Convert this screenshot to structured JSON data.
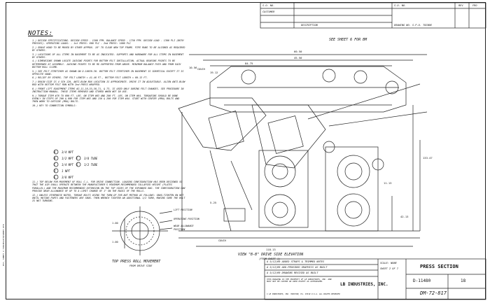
{
  "header_block": {
    "row_labels": [
      "S.O. NO.",
      "CUSTOMER",
      "DESCRIPTION"
    ],
    "drawing_no_label": "DRAWING NO. S.P.O. TOCNDE",
    "rev_labels": [
      "S.O. NO.",
      "REV",
      "FRO"
    ]
  },
  "notes": {
    "title": "NOTES:",
    "items": [
      "1.) DESIGN SPECIFICATIONS. DESIGN SPEED - 1500 FPM. BALANCE SPEED - 1750 FPM. DESIGN LOAD - 1300 PLI (BOTH PRESSES). OPERATING LOADS: - 1st PRESS: 600 PLI - 2nd PRESS: 1000 PLI",
      "2.) GRAVE HOOD TO BE MOVED BY OTHER APPROX. 18\" TO CLEAR NEW TOP FRAME. PIPE RUNS TO BE ALIGNED AS REQUIRED BY OTHERS.",
      "3.) LOCATIONS OF ALL ITEMS IN BASEMENT TO BE AS INDICATED. SUPPORTS AND HARDWARE FOR ALL ITEMS IN BASEMENT BY OTHERS.",
      "4.) DIMENSIONS SHOWN LOCATE JACKING POINTS FOR BOTTOM FELT INSTALLATION. ACTUAL BEARING POINTS TO BE DETERMINED AT ASSEMBLY. JACKING POINTS TO BE RE-SUPPORTED FROM ABOVE. MINIMUM BALANCE PATH AND FROM EACH BOTTOM ROLL CLIMB.",
      "5.) SEE FELT STRETCHER AS SHOWN ON D-10639-36. BOTTOM FELT STRETCHER IN BASEMENT IS IDENTICAL EXCEPT IT IS OPPOSITE HAND.",
      "6.) RELIEF BY OTHERS. TOP FELT LENGTH = 41.48 FT., BOTTOM FELT LENGTH = 60.13 FT.",
      "7.) DRAIN SIZE IS 4 SCH 120, ANTI-BLOW BOX LOCATION IS APPROXIMATE. DRIVE IT IN ADJUSTABLE. ALIGN ANTI-BLOW BOX WITH BOTTOM FELT RUN WITH 2nd PRESS WRAPPED.",
      "8.) FRONT LIFT EQUIPMENT ITEMS #2,11,16,55,56,71, & 73, IS USED ONLY DURING FELT CHANGES. SEE PROCEDURE IN INSTRUCTION MANUAL. THESE ITEMS REMOVED AND STORED WHEN NOT IN USE.",
      "9.) TORQUE ITEM #78 TO 800 FT. LBS. ON ITEM #63 AND 200 FT. LBS. ON ITEM #64. TORQUEING SHOULD BE DONE EVENLY IN STEPS OF 200 & 600 FOR ITEM #63 AND 150 & 200 FOR ITEM #64. START WITH CENTER (MRA) BOLTS AND THEN WORK TO OUTSIDE (MRA) BOLTS.",
      "10.) KEY TO CONNECTION SYMBOLS:",
      "11.) TOP BELOW FOR MOVEMENT OF ROLL C.L. FOR DRIVE CONNECTION. LOADING CONFIGURATION HAS BEEN DESIGNED SO THAT THE AIR SHALL OPERATE BETWEEN THE MANUFACTURER'S MINIMUM RECOMMENDED COLLAPSED HEIGHT (PLATES PARALLEL) AND THE MAXIMUM RECOMMENDED EXTENSION ON THE TOP SIDES OF THE EXPANDED BAG. THE CONFIGURATION CAN PROVIDE WEAR ALLOWANCE OF UP TO A LIMIT CHANGE OF 1\" ON THE RADII OF THE ROLLS.",
      "12.) UNLESS OTHERWISE NOTED, TORQUE BOLTS USING THE TURN-OF-THE-NUT METHOD AS FOLLOWS: SNUG-TIGHTEN ON NOT UNTIL MATING PARTS AND FASTENERS ARE SNUG. THEN WRENCH TIGHTEN AN ADDITIONAL 1/2 TURN, MAKING SURE THE BOLT IS NOT TURNING."
    ],
    "symbols": [
      {
        "key": "A",
        "label": "3/4 NPT"
      },
      {
        "key": "B",
        "label": "1/2 NPT"
      },
      {
        "key": "C",
        "label": "1/4 NPT"
      },
      {
        "key": "D",
        "label": "1 NPT"
      },
      {
        "key": "E",
        "label": "3/8 NPT"
      },
      {
        "key": "F",
        "label": "3/8 TUBE"
      },
      {
        "key": "G",
        "label": "1/2 TUBE"
      }
    ]
  },
  "views": {
    "see_sheet": "SEE SHEET 6 FOR BM",
    "main_caption": "VIEW \"B-B\" DRIVE SIDE ELEVATION",
    "main_subcaption": "(FROM SHEET 1)",
    "roll_caption": "TOP PRESS ROLL MOVEMENT",
    "roll_subcaption": "FROM DRIVE SIDE",
    "roll_labels": [
      "LIFT POSITION",
      "OPERATING POSITION",
      "WEAR ALLOWANCE",
      "POSITION"
    ],
    "roll_dims": [
      "1.00",
      "1.00"
    ],
    "couch_labels": [
      "COUCH",
      "COUCH"
    ],
    "dims": [
      "60.50",
      "45.50",
      "84.75",
      "133.47",
      "42.13",
      "118.13",
      "10.56",
      "19.12",
      "11.13",
      "5.25"
    ]
  },
  "title_block": {
    "title": "PRESS SECTION",
    "company": "LB INDUSTRIES, INC.",
    "drawing_no": "D-11480",
    "sheet_no": "DM-72-817",
    "rev": "18",
    "revisions": [
      "A 5/12/89 ADDED STRAPS & TRIMMED NOTES",
      "A 5/12/89 ADD-PROVIDED GRAPHICS AS BUILT",
      "A 5/12/89 DRAWING REVISED AS BUILT"
    ],
    "proprietary": "THIS DRAWING IS THE PROPERTY OF LB INDUSTRIES, INC. AND MUST NOT BE COPIED OR USED EXCEPT AS AUTHORIZED.",
    "copyright": "© LB INDUSTRIES, INC. HOUSTON, PA. 15319 U.S.A. ALL RIGHTS RESERVED",
    "scale_label": "SCALE: NONE",
    "sheet_label": "SHEET 2 OF 7"
  },
  "margin_note": "PCC, SHEET 2 TIPLECLOTH/SHEET OTR"
}
